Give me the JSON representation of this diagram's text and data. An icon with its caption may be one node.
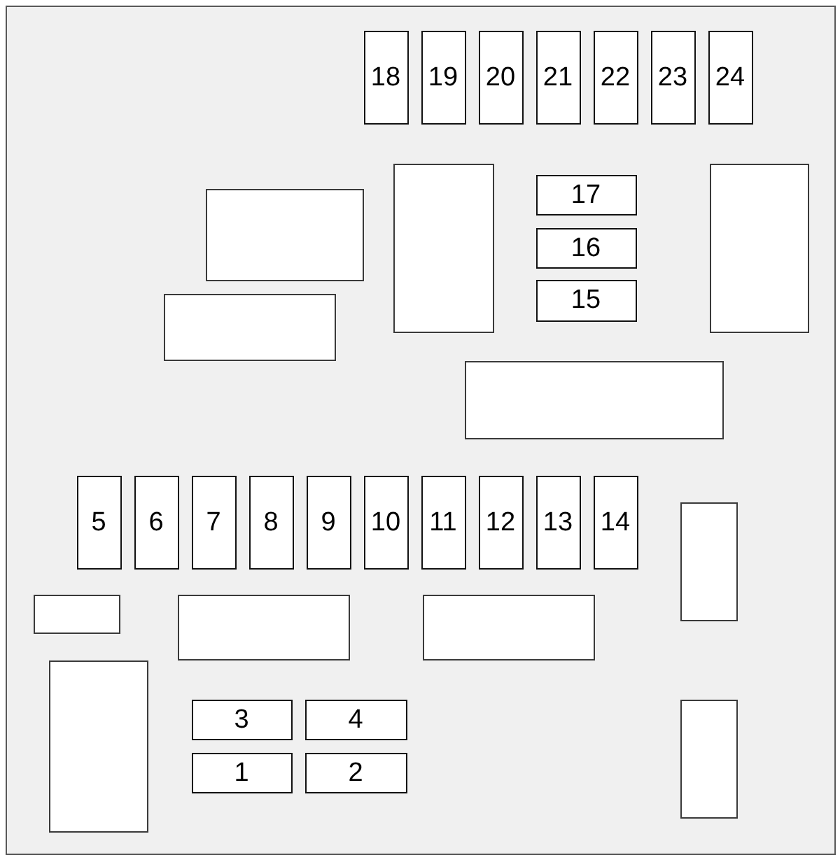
{
  "diagram": {
    "nodes": [
      {
        "text": [],
        "shape": "box"
      },
      {
        "text": [
          "18"
        ],
        "in": 0
      },
      {
        "text": [
          "19"
        ],
        "in": 0
      },
      {
        "text": [
          "20"
        ],
        "in": 0
      },
      {
        "text": [
          "21"
        ],
        "in": 0
      },
      {
        "text": [
          "22"
        ],
        "in": 0
      },
      {
        "text": [
          "23"
        ],
        "in": 0
      },
      {
        "text": [
          "24"
        ],
        "in": 0
      },
      {
        "text": [],
        "shape": "box",
        "in": 0
      },
      {
        "text": [],
        "shape": "box",
        "in": 0
      },
      {
        "text": [
          "17"
        ],
        "in": 0
      },
      {
        "text": [
          "16"
        ],
        "in": 0
      },
      {
        "text": [
          "15"
        ],
        "in": 0
      },
      {
        "text": [],
        "shape": "box",
        "in": 0
      },
      {
        "text": [],
        "shape": "box",
        "in": 0
      },
      {
        "text": [],
        "shape": "box",
        "in": 0
      },
      {
        "text": [
          "5"
        ],
        "in": 0
      },
      {
        "text": [
          "6"
        ],
        "in": 0
      },
      {
        "text": [
          "7"
        ],
        "in": 0
      },
      {
        "text": [
          "8"
        ],
        "in": 0
      },
      {
        "text": [
          "9"
        ],
        "in": 0
      },
      {
        "text": [
          "10"
        ],
        "in": 0
      },
      {
        "text": [
          "11"
        ],
        "in": 0
      },
      {
        "text": [
          "12"
        ],
        "in": 0
      },
      {
        "text": [
          "13"
        ],
        "in": 0
      },
      {
        "text": [
          "14"
        ],
        "in": 0
      },
      {
        "text": [],
        "shape": "box",
        "in": 0
      },
      {
        "text": [],
        "shape": "box",
        "in": 0
      },
      {
        "text": [],
        "shape": "box",
        "in": 0
      },
      {
        "text": [],
        "shape": "box",
        "in": 0
      },
      {
        "text": [],
        "shape": "box",
        "in": 0
      },
      {
        "text": [
          "3"
        ],
        "in": 0
      },
      {
        "text": [
          "4"
        ],
        "in": 0
      },
      {
        "text": [
          "1"
        ],
        "in": 0
      },
      {
        "text": [
          "2"
        ],
        "in": 0
      },
      {
        "text": [],
        "shape": "box",
        "in": 0
      }
    ]
  }
}
